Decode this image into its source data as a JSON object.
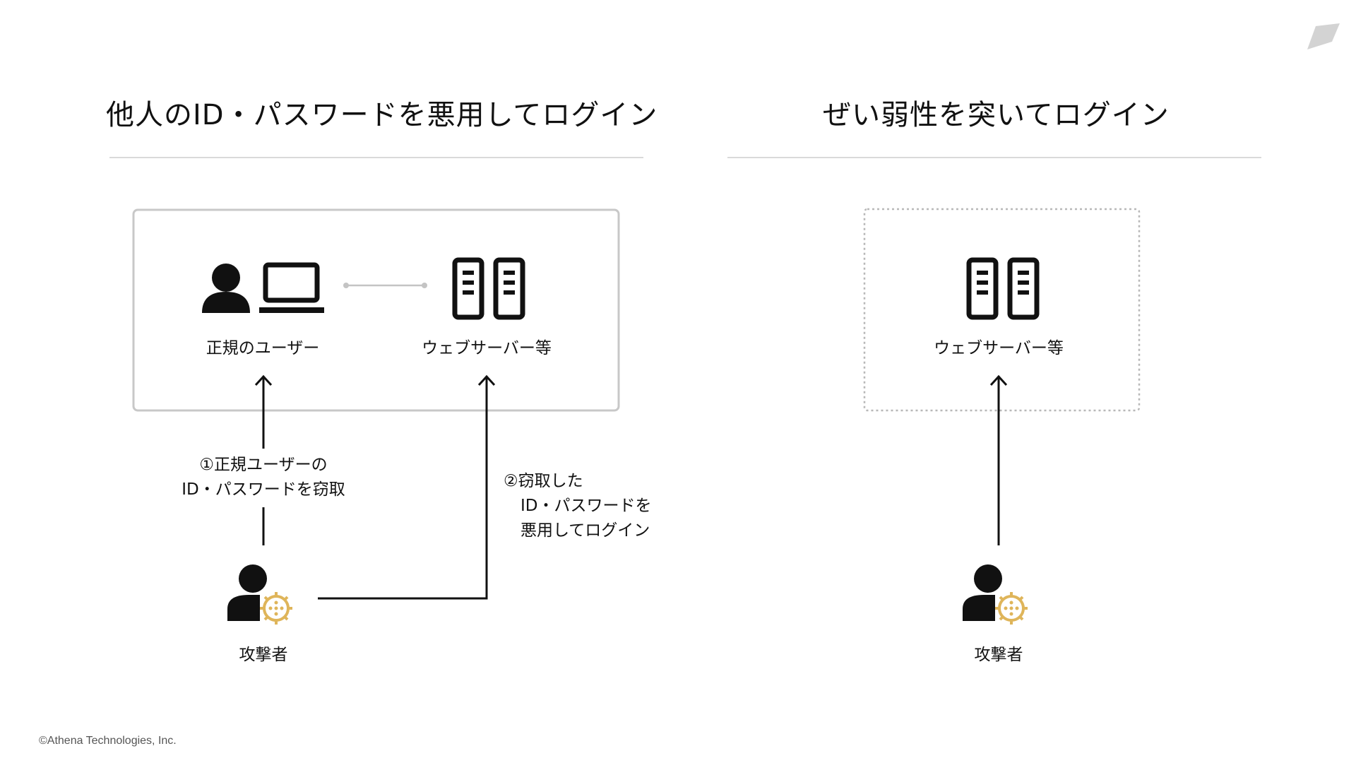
{
  "left_panel": {
    "title": "他人のID・パスワードを悪用してログイン",
    "user_label": "正規のユーザー",
    "server_label": "ウェブサーバー等",
    "step1_line1": "①正規ユーザーの",
    "step1_line2": "ID・パスワードを窃取",
    "step2_line1": "②窃取した",
    "step2_line2": "ID・パスワードを",
    "step2_line3": "悪用してログイン",
    "attacker_label": "攻撃者"
  },
  "right_panel": {
    "title": "ぜい弱性を突いてログイン",
    "server_label": "ウェブサーバー等",
    "attacker_label": "攻撃者"
  },
  "footer": {
    "copyright": "©Athena Technologies, Inc."
  },
  "icons": {
    "user": "user-icon",
    "laptop": "laptop-icon",
    "server": "server-icon",
    "attacker": "attacker-icon",
    "virus": "virus-icon",
    "logo": "logo-icon"
  },
  "colors": {
    "virus": "#dfb55a",
    "rule": "#d9d9d9",
    "box_border": "#c8c8c8"
  }
}
